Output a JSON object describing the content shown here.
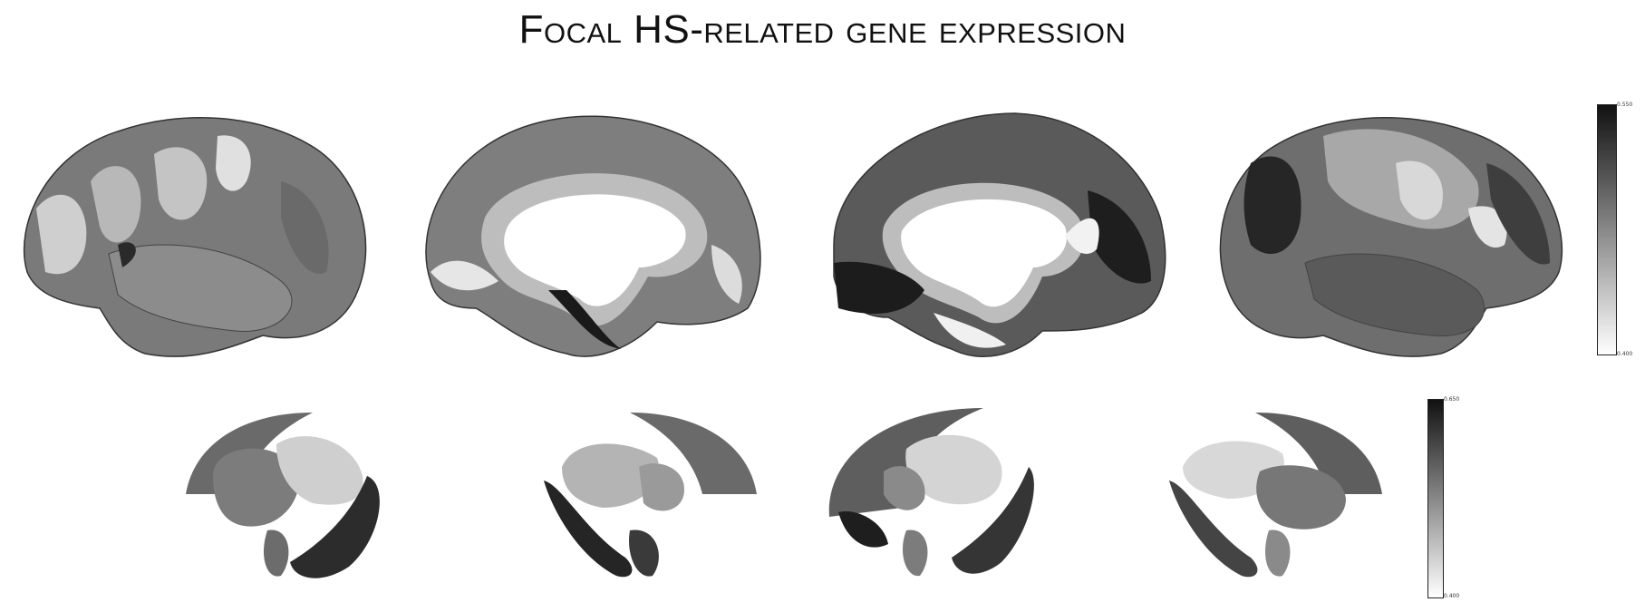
{
  "title": "Focal HS-related gene expression",
  "cortical_colorbar": {
    "max_label": "0.550",
    "min_label": "0.400"
  },
  "subcortical_colorbar": {
    "max_label": "0.650",
    "min_label": "0.400"
  }
}
